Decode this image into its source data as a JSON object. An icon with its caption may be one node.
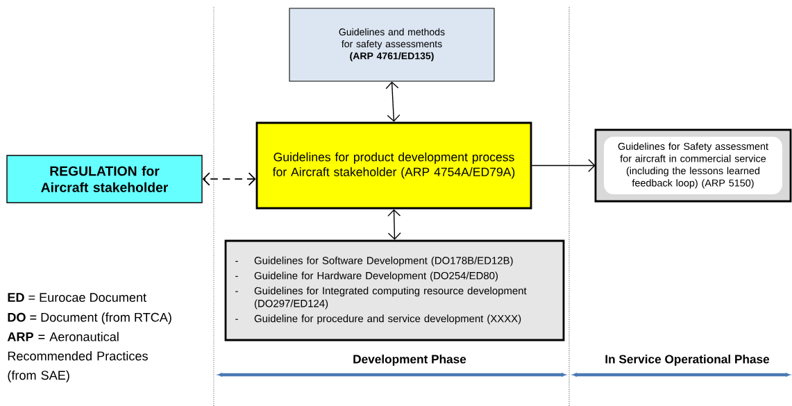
{
  "diagram": {
    "nodes": [
      {
        "text": [
          "Guidelines and methods for safety assessments",
          "(ARP 4761/ED135)"
        ]
      },
      {
        "text": [
          "Guidelines for product development process for Aircraft stakeholder (ARP 4754A/ED79A)"
        ]
      },
      {
        "text": [
          "REGULATION for Aircraft stakeholder"
        ]
      },
      {
        "text": [
          "Guidelines for Safety assessment for aircraft in commercial service (including the lessons learned feedback loop) (ARP 5150)"
        ]
      },
      {
        "text": [
          "-",
          "Guidelines for Software Development (DO178B/ED12B)",
          "-",
          "Guideline for Hardware Development (DO254/ED80)",
          "-",
          "Guidelines for Integrated computing resource development (DO297/ED124)",
          "-",
          "Guideline for procedure and service development (XXXX)"
        ]
      }
    ],
    "edges": [
      {
        "from": 1,
        "to": 0,
        "arrow": "both"
      },
      {
        "from": 1,
        "to": 4,
        "arrow": "both"
      },
      {
        "from": 1,
        "to": 2,
        "arrow": "both",
        "style": "dashed"
      },
      {
        "from": 1,
        "to": 3,
        "arrow": "to"
      }
    ],
    "labels": [
      "**ED** = Eurocae Document",
      "**DO** = Document (from RTCA)",
      "**ARP** = Aeronautical Recommended Practices (from SAE)",
      "Development Phase",
      "In Service Operational Phase"
    ]
  }
}
